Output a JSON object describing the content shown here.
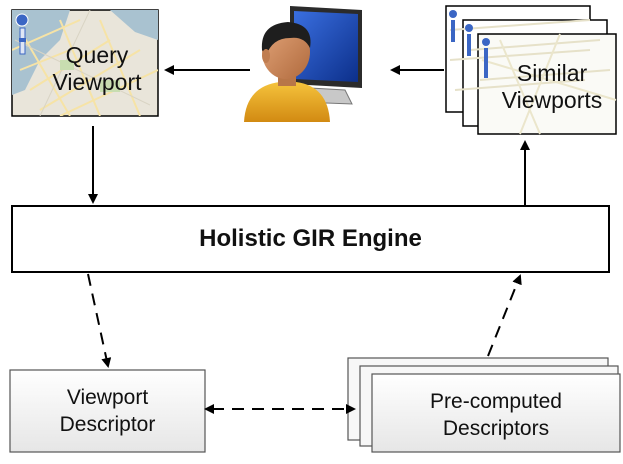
{
  "query_viewport": {
    "line1": "Query",
    "line2": "Viewport"
  },
  "similar_viewports": {
    "line1": "Similar",
    "line2": "Viewports"
  },
  "engine": {
    "label": "Holistic GIR Engine"
  },
  "viewport_descriptor": {
    "line1": "Viewport",
    "line2": "Descriptor"
  },
  "precomputed_descriptors": {
    "line1": "Pre-computed",
    "line2": "Descriptors"
  },
  "icons": {
    "user": "user-at-computer-icon",
    "map": "map-viewport-icon"
  },
  "colors": {
    "arrow": "#000000",
    "box_border": "#000000",
    "descriptor_fill": "#f2f2f2",
    "map_water": "#9fb8c8",
    "map_land": "#e6e2d6",
    "map_zoom": "#3b66c4"
  }
}
